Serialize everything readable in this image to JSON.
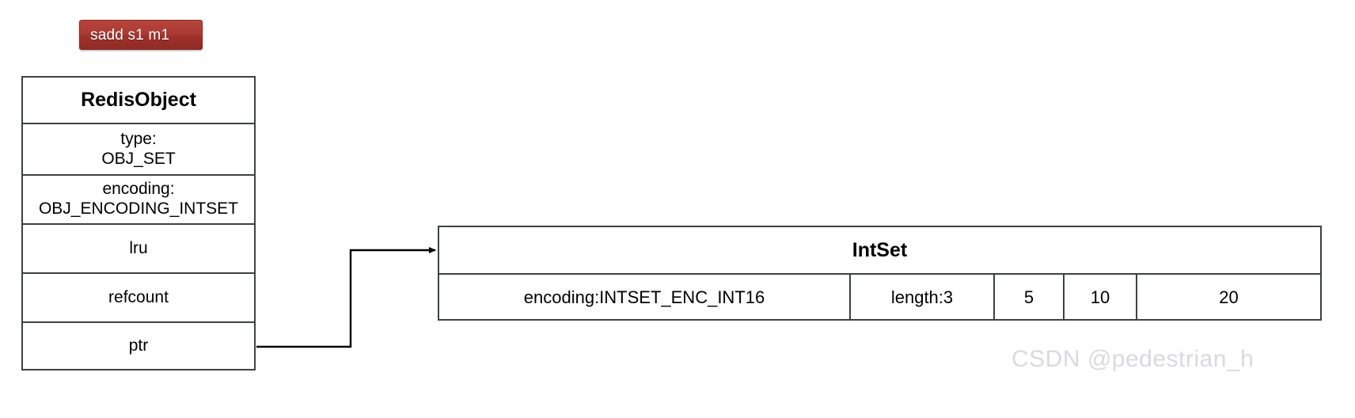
{
  "command_chip": {
    "label": "sadd s1 m1",
    "background_color": "#a8372f",
    "text_color": "#ffffff"
  },
  "redis_object": {
    "title": "RedisObject",
    "rows": [
      {
        "name": "type",
        "text": "type:\nOBJ_SET"
      },
      {
        "name": "encoding",
        "text": "encoding:\nOBJ_ENCODING_INTSET"
      },
      {
        "name": "lru",
        "text": "lru"
      },
      {
        "name": "refcount",
        "text": "refcount"
      },
      {
        "name": "ptr",
        "text": "ptr"
      }
    ]
  },
  "intset": {
    "title": "IntSet",
    "cells": [
      {
        "name": "encoding",
        "text": "encoding:INTSET_ENC_INT16"
      },
      {
        "name": "length",
        "text": "length:3"
      },
      {
        "name": "value-0",
        "text": "5"
      },
      {
        "name": "value-1",
        "text": "10"
      },
      {
        "name": "value-2",
        "text": "20"
      }
    ]
  },
  "connector": {
    "from": "ptr",
    "to": "IntSet"
  },
  "watermark": {
    "text": "CSDN @pedestrian_h",
    "color": "#d9dade"
  },
  "colors": {
    "border": "#3d4144",
    "background": "#ffffff",
    "accent": "#a8372f"
  }
}
